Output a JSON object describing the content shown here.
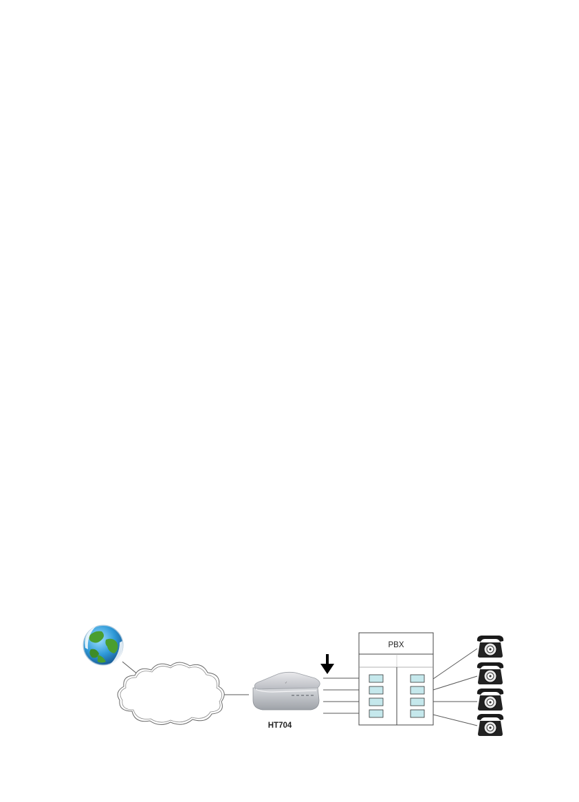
{
  "diagram": {
    "pbx_label": "PBX",
    "device_label": "HT704",
    "nodes": {
      "internet": "globe-icon",
      "network": "cloud-icon",
      "gateway": "router-device",
      "pbx": "pbx-box",
      "phones": [
        "phone-icon",
        "phone-icon",
        "phone-icon",
        "phone-icon"
      ]
    },
    "colors": {
      "port_fill": "#c5e8ec",
      "line": "#555555",
      "arrow": "#000000"
    }
  }
}
